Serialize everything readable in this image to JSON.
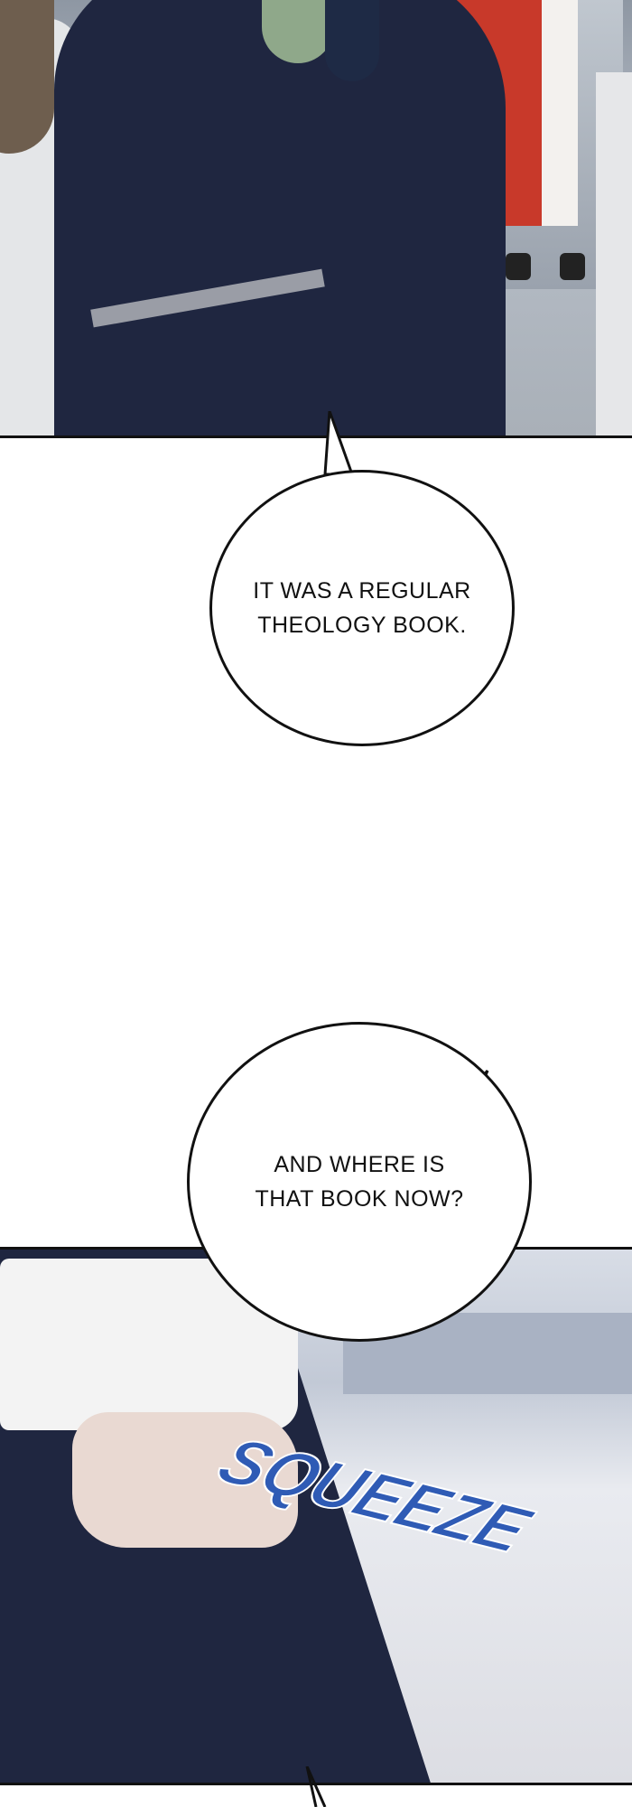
{
  "bubbles": [
    {
      "lines": [
        "IT WAS A REGULAR",
        "THEOLOGY BOOK."
      ]
    },
    {
      "lines": [
        "AND WHERE IS",
        "THAT BOOK NOW?"
      ]
    }
  ],
  "sfx": "SQUEEZE",
  "colors": {
    "sfx": "#2f5bb5",
    "robe": "#1f2640",
    "panel_border": "#111111"
  }
}
